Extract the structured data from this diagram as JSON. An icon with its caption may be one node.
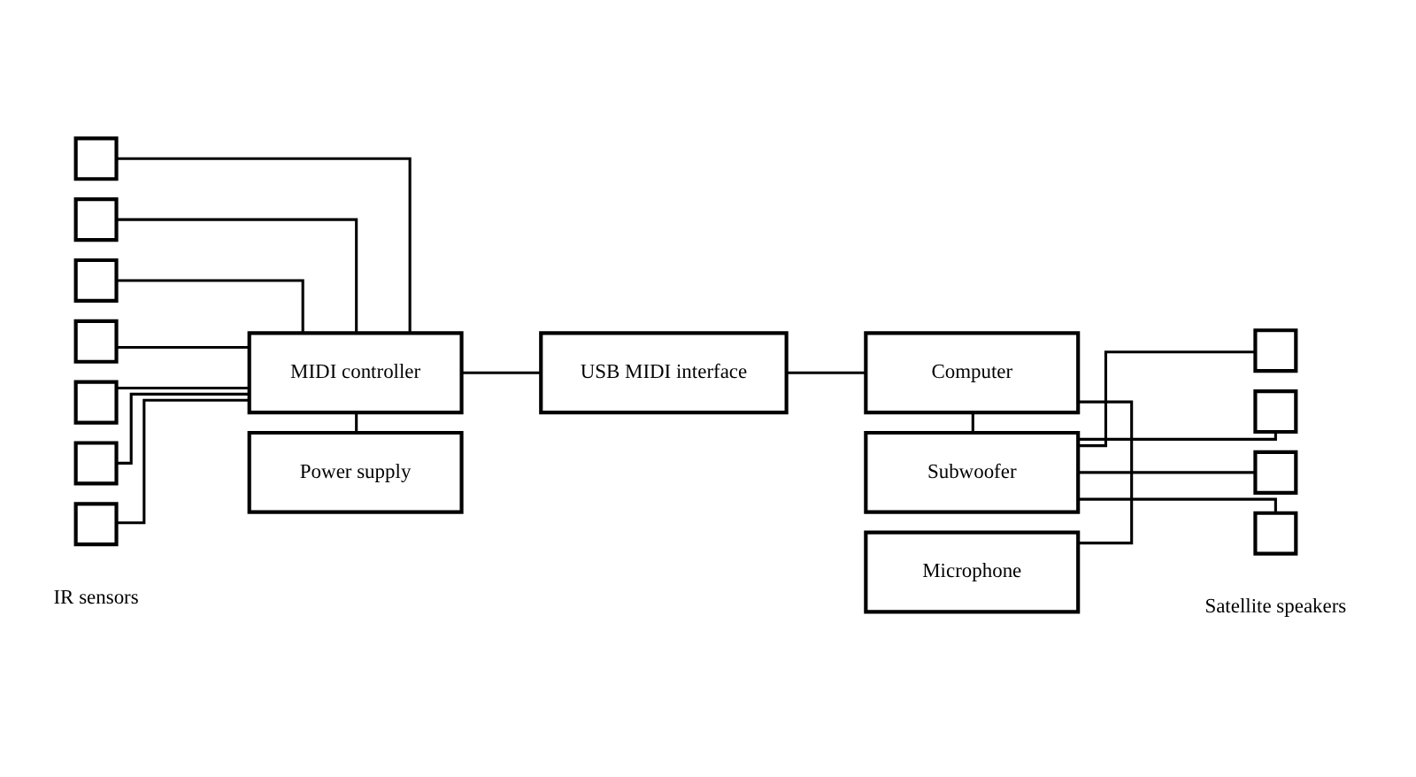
{
  "diagram": {
    "nodes": [
      {
        "text": [],
        "shape": "box"
      },
      {
        "text": [],
        "shape": "box"
      },
      {
        "text": [],
        "shape": "box"
      },
      {
        "text": [],
        "shape": "box"
      },
      {
        "text": [],
        "shape": "box"
      },
      {
        "text": [],
        "shape": "box"
      },
      {
        "text": [],
        "shape": "box"
      },
      {
        "text": [
          "Power supply"
        ]
      },
      {
        "text": [
          "MIDI controller"
        ]
      },
      {
        "text": [
          "USB MIDI interface"
        ]
      },
      {
        "text": [
          "Microphone"
        ]
      },
      {
        "text": [
          "Computer"
        ]
      },
      {
        "text": [
          "Subwoofer"
        ]
      },
      {
        "text": [],
        "shape": "box"
      },
      {
        "text": [],
        "shape": "box"
      },
      {
        "text": [],
        "shape": "box"
      },
      {
        "text": [],
        "shape": "box"
      }
    ],
    "edges": [
      {
        "from": 0,
        "to": 8,
        "arrow": "none"
      },
      {
        "from": 1,
        "to": 8,
        "arrow": "none"
      },
      {
        "from": 2,
        "to": 8,
        "arrow": "none"
      },
      {
        "from": 3,
        "to": 8,
        "arrow": "none"
      },
      {
        "from": 4,
        "to": 8,
        "arrow": "none"
      },
      {
        "from": 5,
        "to": 8,
        "arrow": "none"
      },
      {
        "from": 6,
        "to": 8,
        "arrow": "none"
      },
      {
        "from": 7,
        "to": 8,
        "arrow": "none"
      },
      {
        "from": 8,
        "to": 9,
        "arrow": "none"
      },
      {
        "from": 9,
        "to": 11,
        "arrow": "none"
      },
      {
        "from": 10,
        "to": 11,
        "arrow": "none"
      },
      {
        "from": 11,
        "to": 12,
        "arrow": "none"
      },
      {
        "from": 12,
        "to": 13,
        "arrow": "none"
      },
      {
        "from": 12,
        "to": 14,
        "arrow": "none"
      },
      {
        "from": 12,
        "to": 15,
        "arrow": "none"
      },
      {
        "from": 12,
        "to": 16,
        "arrow": "none"
      }
    ],
    "labels": [
      "IR sensors",
      "Satellite speakers"
    ]
  }
}
